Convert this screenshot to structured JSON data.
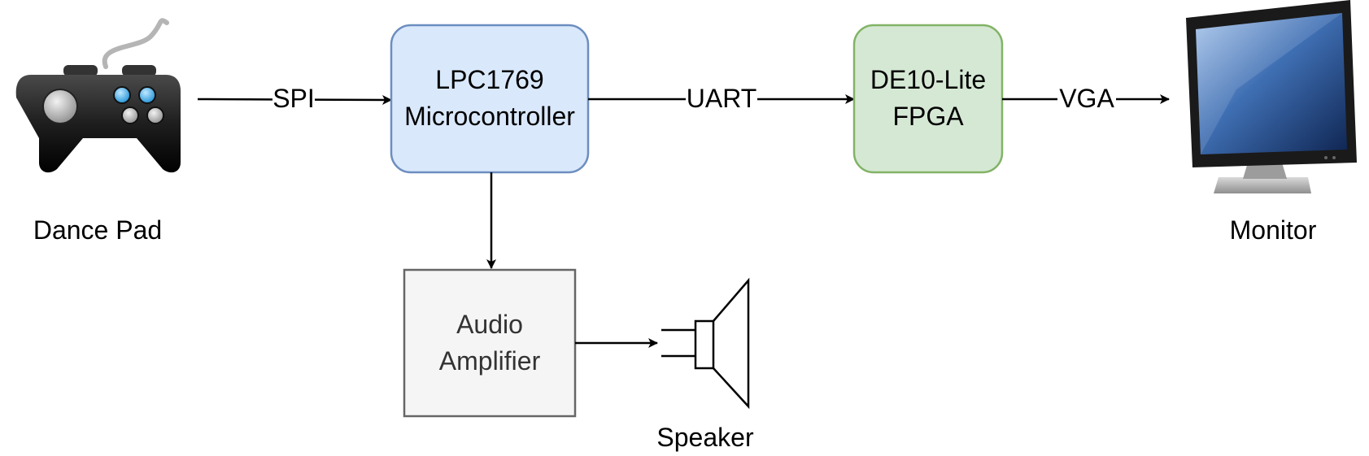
{
  "nodes": {
    "dance_pad": {
      "label": "Dance Pad",
      "icon": "gamepad-icon"
    },
    "mcu": {
      "line1": "LPC1769",
      "line2": "Microcontroller",
      "fill": "#dae8fc",
      "stroke": "#6c8ebf"
    },
    "fpga": {
      "line1": "DE10-Lite",
      "line2": "FPGA",
      "fill": "#d5e8d4",
      "stroke": "#82b366"
    },
    "monitor": {
      "label": "Monitor",
      "icon": "monitor-icon"
    },
    "amplifier": {
      "line1": "Audio",
      "line2": "Amplifier",
      "fill": "#f5f5f5",
      "stroke": "#666666"
    },
    "speaker": {
      "label": "Speaker",
      "icon": "speaker-icon"
    }
  },
  "edges": {
    "spi": "SPI",
    "uart": "UART",
    "vga": "VGA"
  }
}
